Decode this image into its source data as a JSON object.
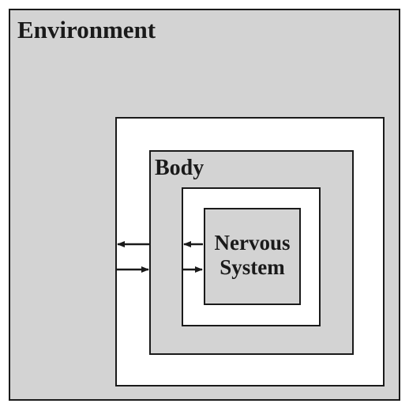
{
  "diagram": {
    "environment_label": "Environment",
    "body_label": "Body",
    "nervous_system_label_line1": "Nervous",
    "nervous_system_label_line2": "System"
  },
  "colors": {
    "fill_gray": "#d3d3d3",
    "fill_white": "#ffffff",
    "stroke": "#1a1a1a"
  }
}
